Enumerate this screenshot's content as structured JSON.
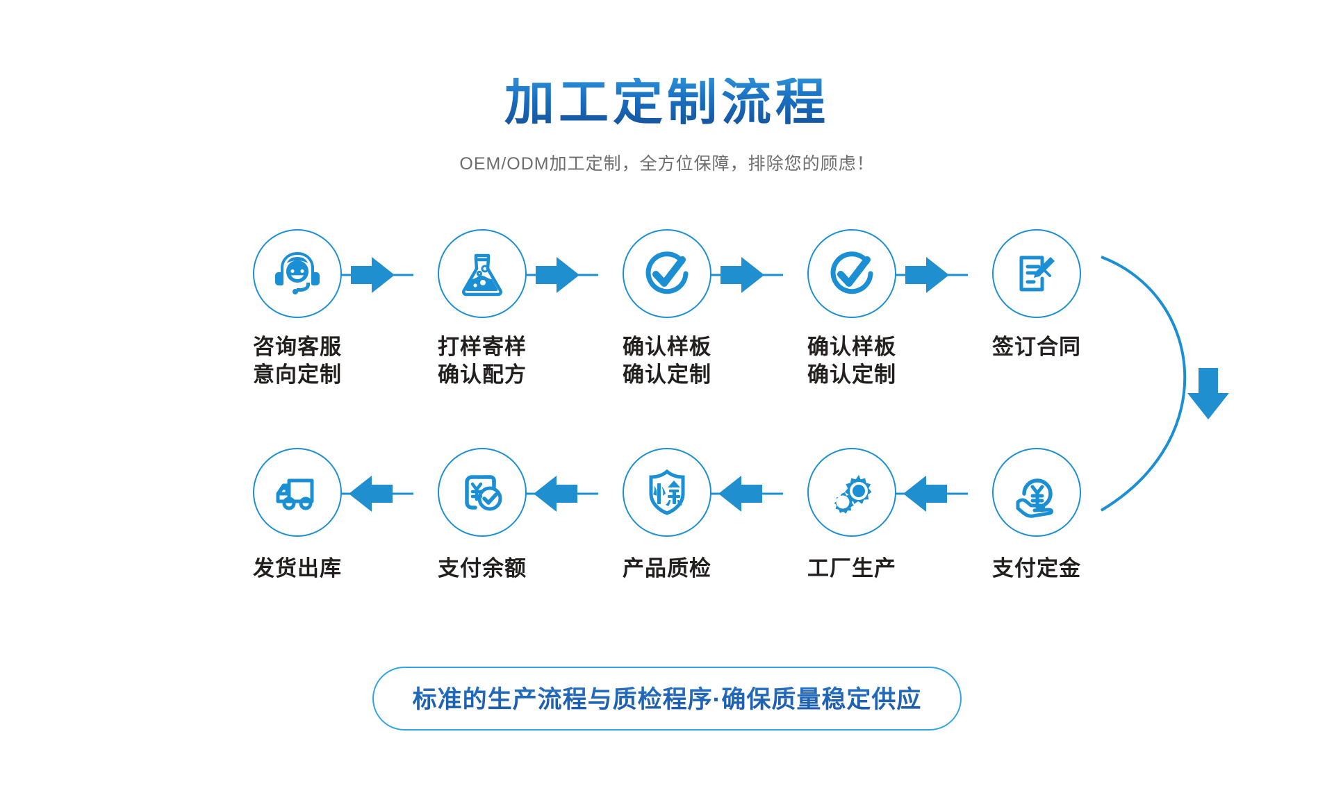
{
  "header": {
    "title": "加工定制流程",
    "subtitle": "OEM/ODM加工定制，全方位保障，排除您的顾虑！",
    "title_gradient_from": "#2b8fd6",
    "title_gradient_to": "#14529c",
    "subtitle_color": "#6d6d6d"
  },
  "theme": {
    "accent": "#1b8fd4",
    "accent_dark": "#14529c",
    "line": "#1b8fd4",
    "label_color": "#231f1f",
    "background": "#ffffff"
  },
  "flow": {
    "row1": [
      {
        "icon": "headset-customer-service-icon",
        "label": "咨询客服\n意向定制"
      },
      {
        "icon": "flask-beaker-icon",
        "label": "打样寄样\n确认配方"
      },
      {
        "icon": "check-circle-icon",
        "label": "确认样板\n确认定制"
      },
      {
        "icon": "check-circle-icon",
        "label": "确认样板\n确认定制"
      },
      {
        "icon": "contract-pen-icon",
        "label": "签订合同"
      }
    ],
    "row2": [
      {
        "icon": "delivery-truck-icon",
        "label": "发货出库"
      },
      {
        "icon": "yen-payment-check-icon",
        "label": "支付余额"
      },
      {
        "icon": "shield-inspection-icon",
        "label": "产品质检"
      },
      {
        "icon": "gears-factory-icon",
        "label": "工厂生产"
      },
      {
        "icon": "hand-yen-coin-icon",
        "label": "支付定金"
      }
    ],
    "row1_arrow_direction": "right",
    "row2_arrow_direction": "left",
    "connector_arrow_direction": "down"
  },
  "banner": {
    "text": "标准的生产流程与质检程序·确保质量稳定供应",
    "border_color": "#2fa4e7"
  }
}
